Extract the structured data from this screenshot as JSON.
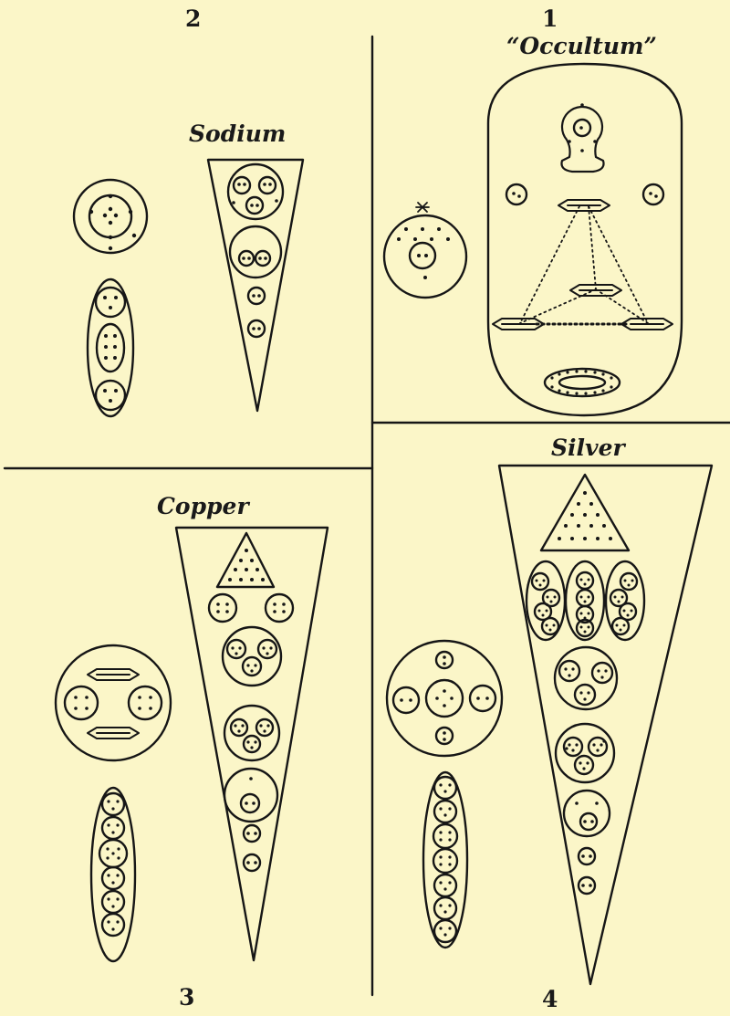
{
  "figures": [
    {
      "number": "1",
      "title": "“Occultum”"
    },
    {
      "number": "2",
      "title": "Sodium"
    },
    {
      "number": "3",
      "title": "Copper"
    },
    {
      "number": "4",
      "title": "Silver"
    }
  ]
}
